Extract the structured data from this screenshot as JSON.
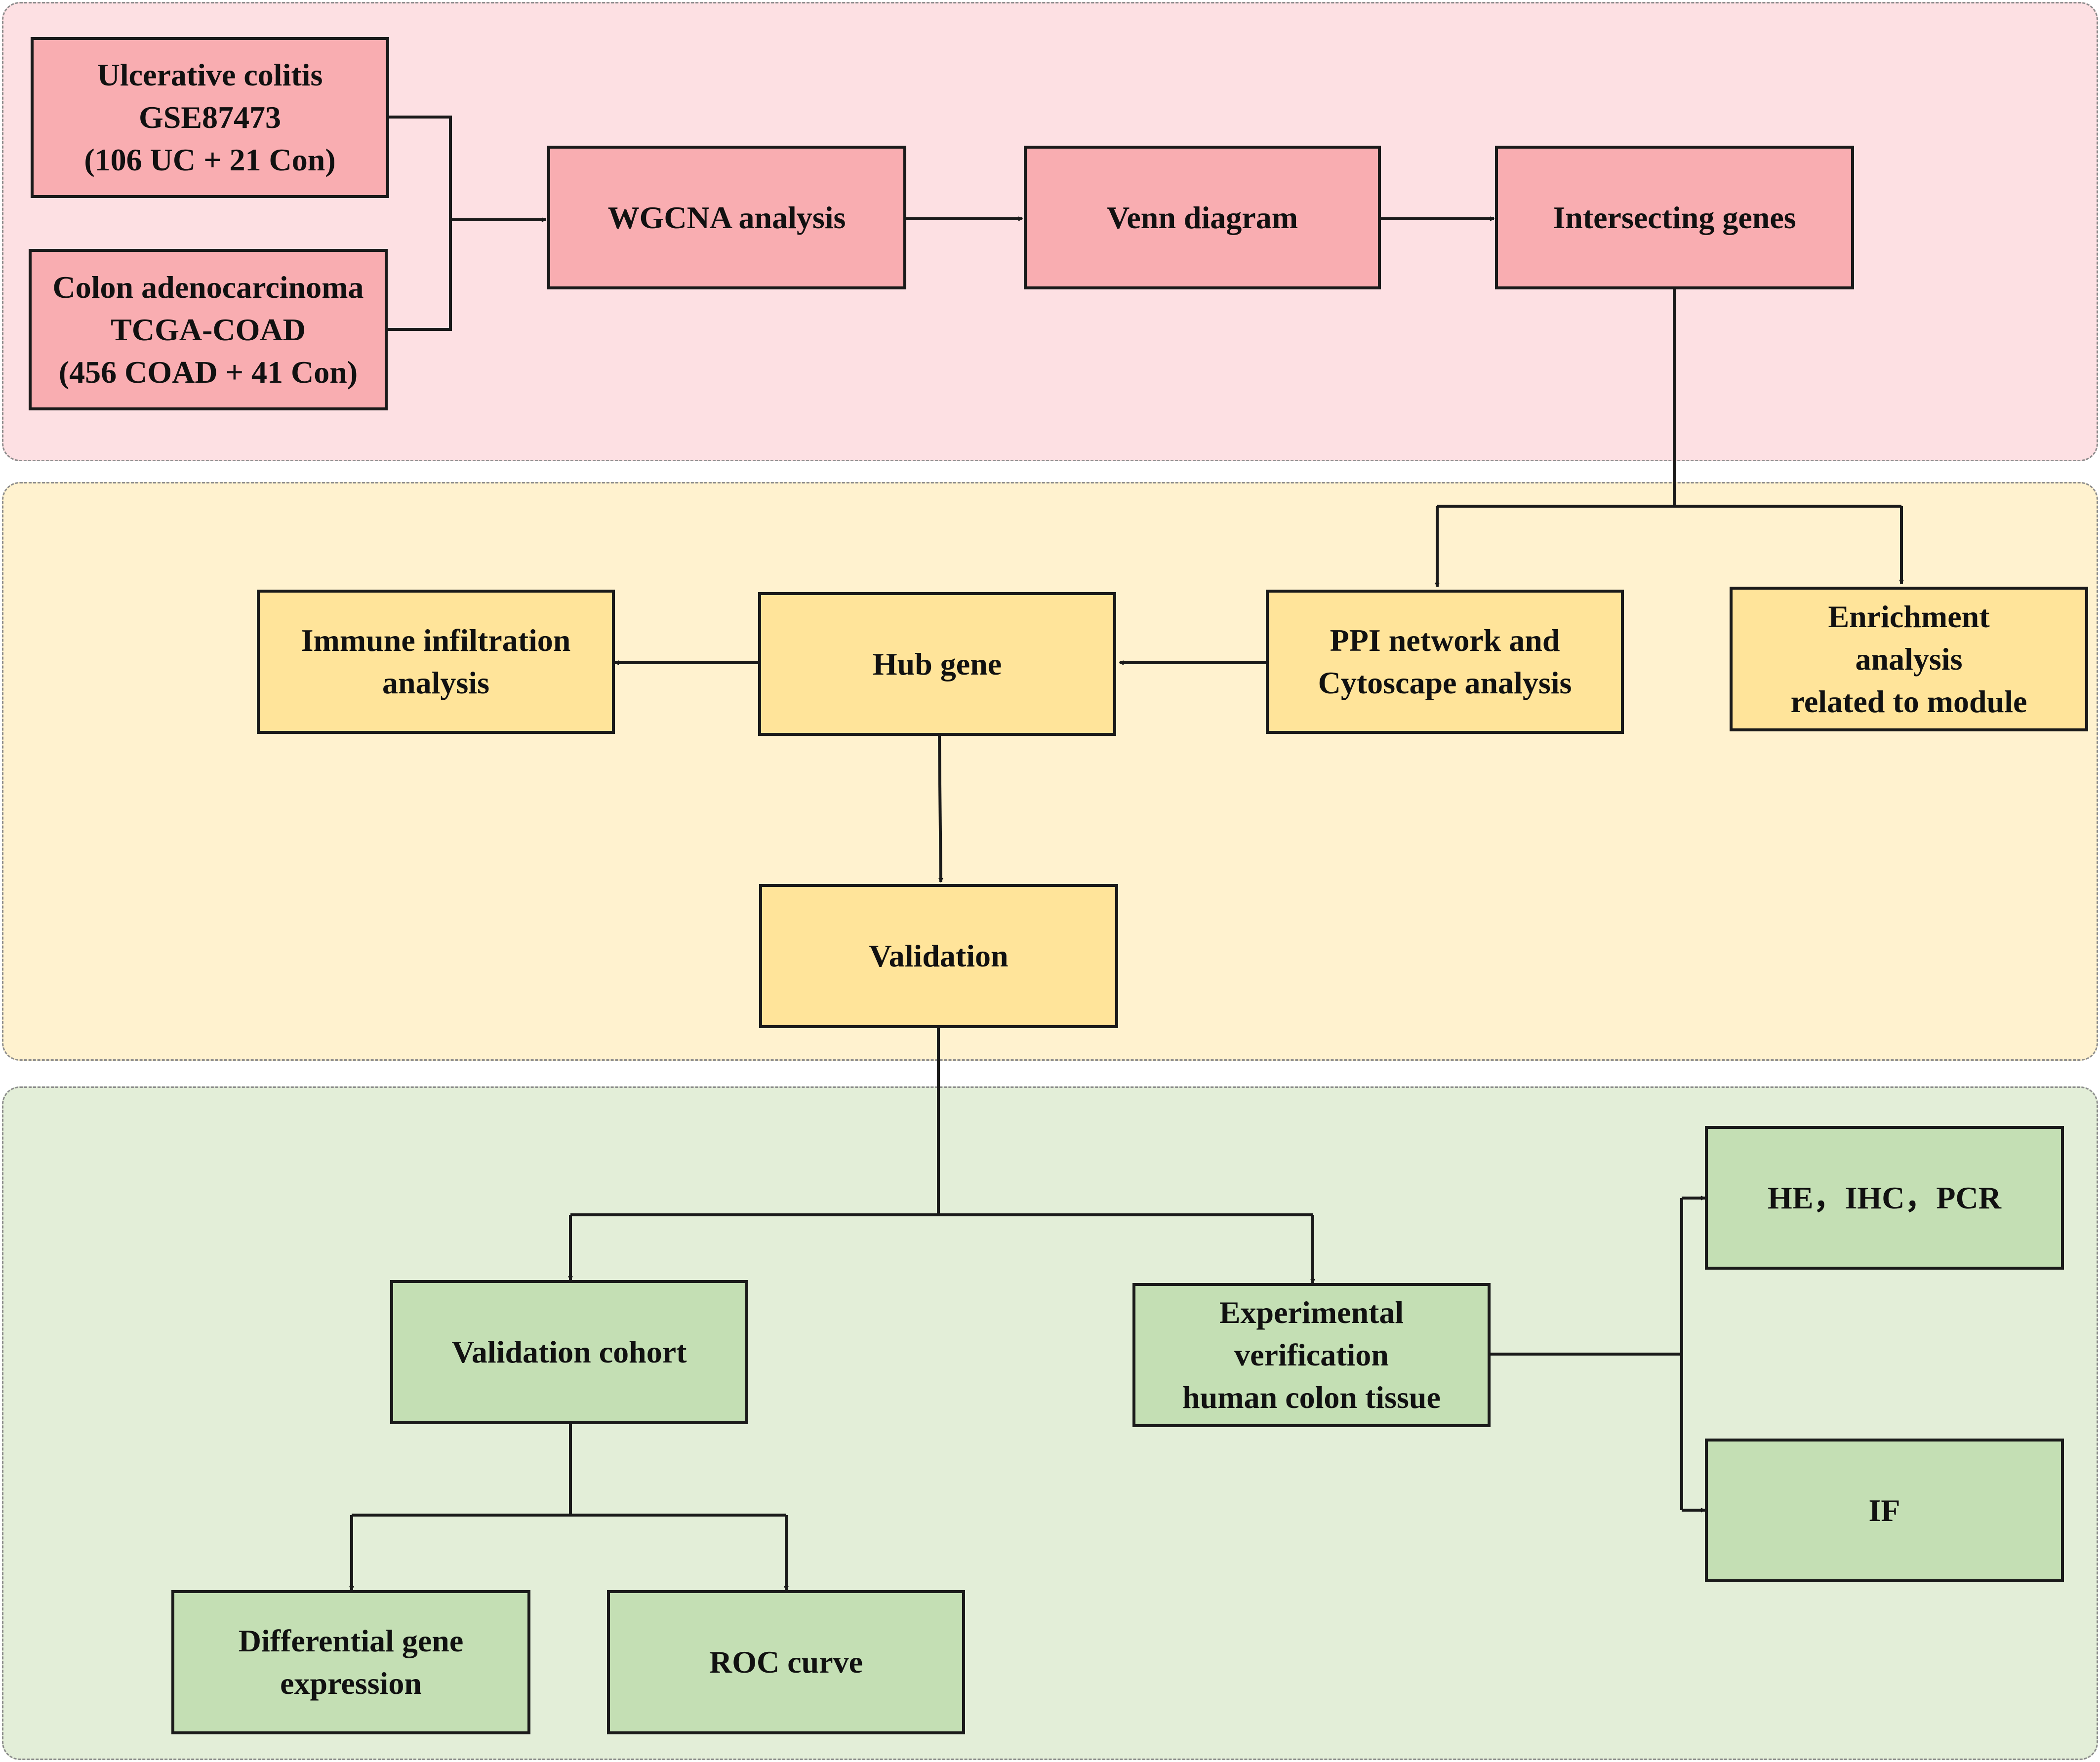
{
  "colors": {
    "panel_top": "#fde0e3",
    "panel_middle": "#fff2cf",
    "panel_bottom": "#e3eed8",
    "box_pink": "#f9adb1",
    "box_yellow": "#ffe49a",
    "box_green": "#c4dfb4",
    "stroke": "#1a1a1a"
  },
  "nodes": {
    "uc": "Ulcerative colitis\nGSE87473\n(106 UC + 21 Con)",
    "coad": "Colon adenocarcinoma\nTCGA-COAD\n(456 COAD + 41 Con)",
    "wgcna": "WGCNA analysis",
    "venn": "Venn diagram",
    "intersect": "Intersecting genes",
    "immune": "Immune infiltration\nanalysis",
    "hub": "Hub gene",
    "ppi": "PPI network and\nCytoscape analysis",
    "enrich": "Enrichment\nanalysis\nrelated to module",
    "validation": "Validation",
    "cohort": "Validation cohort",
    "experimental": "Experimental\nverification\nhuman colon tissue",
    "he": "HE，IHC，PCR",
    "if": "IF",
    "diffexpr": "Differential gene\nexpression",
    "roc": "ROC curve"
  }
}
